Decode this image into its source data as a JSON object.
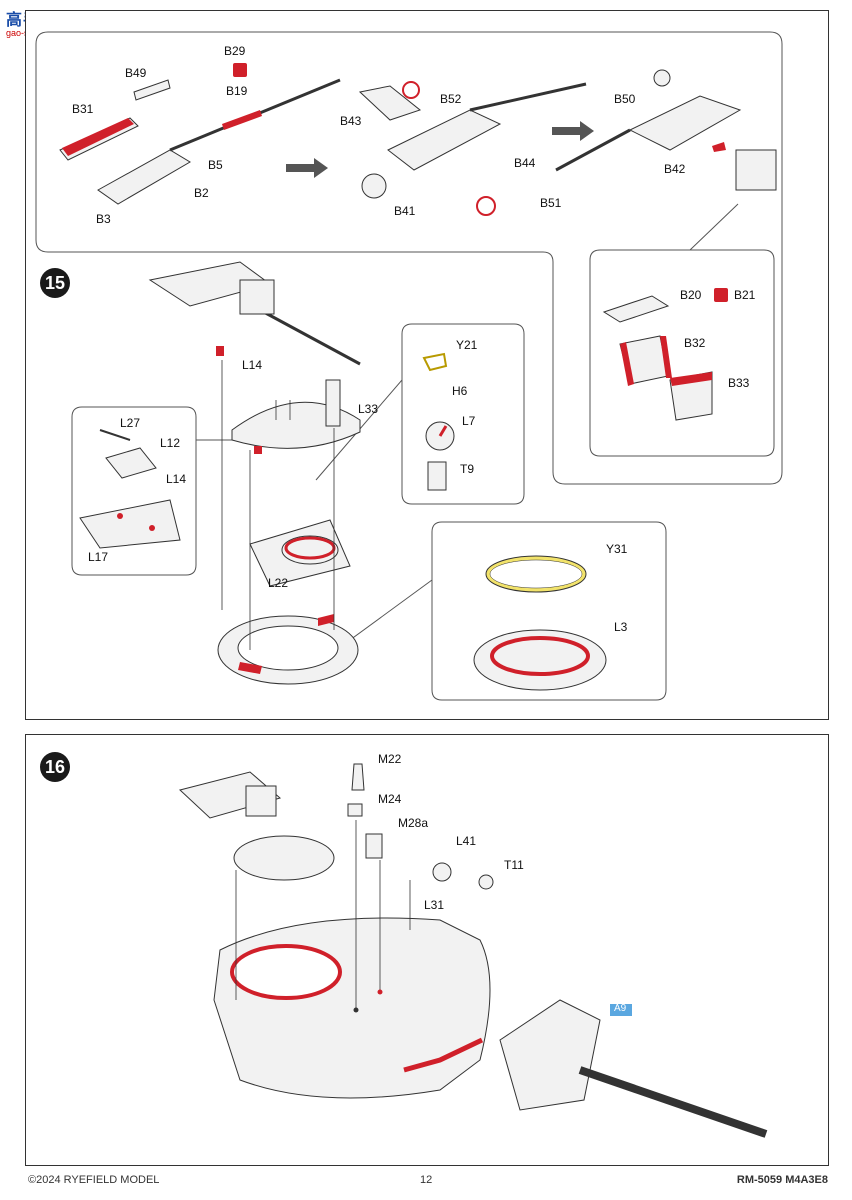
{
  "watermark": {
    "main": "高手网",
    "sub": "gao-shou.com"
  },
  "steps": [
    {
      "number": "15"
    },
    {
      "number": "16"
    }
  ],
  "labels": {
    "top": [
      "B29",
      "B49",
      "B19",
      "B31",
      "B5",
      "B2",
      "B3",
      "B43",
      "B52",
      "B44",
      "B41",
      "B51",
      "B50",
      "B42"
    ],
    "sub_right": [
      "B20",
      "B21",
      "B32",
      "B33"
    ],
    "step15": [
      "L14",
      "L33",
      "L27",
      "L12",
      "L14",
      "L17",
      "L22",
      "Y21",
      "H6",
      "L7",
      "T9",
      "Y31",
      "L3"
    ],
    "step16": [
      "M22",
      "M24",
      "M28a",
      "L41",
      "T11",
      "L31",
      "A9"
    ]
  },
  "footer": {
    "copyright": "©2024 RYEFIELD MODEL",
    "page": "12",
    "right_text": "RM-5059 M4A3E8"
  },
  "colors": {
    "accent_red": "#d0202a",
    "yellow": "#f2e36b",
    "blue_tag": "#5aa7e0"
  }
}
